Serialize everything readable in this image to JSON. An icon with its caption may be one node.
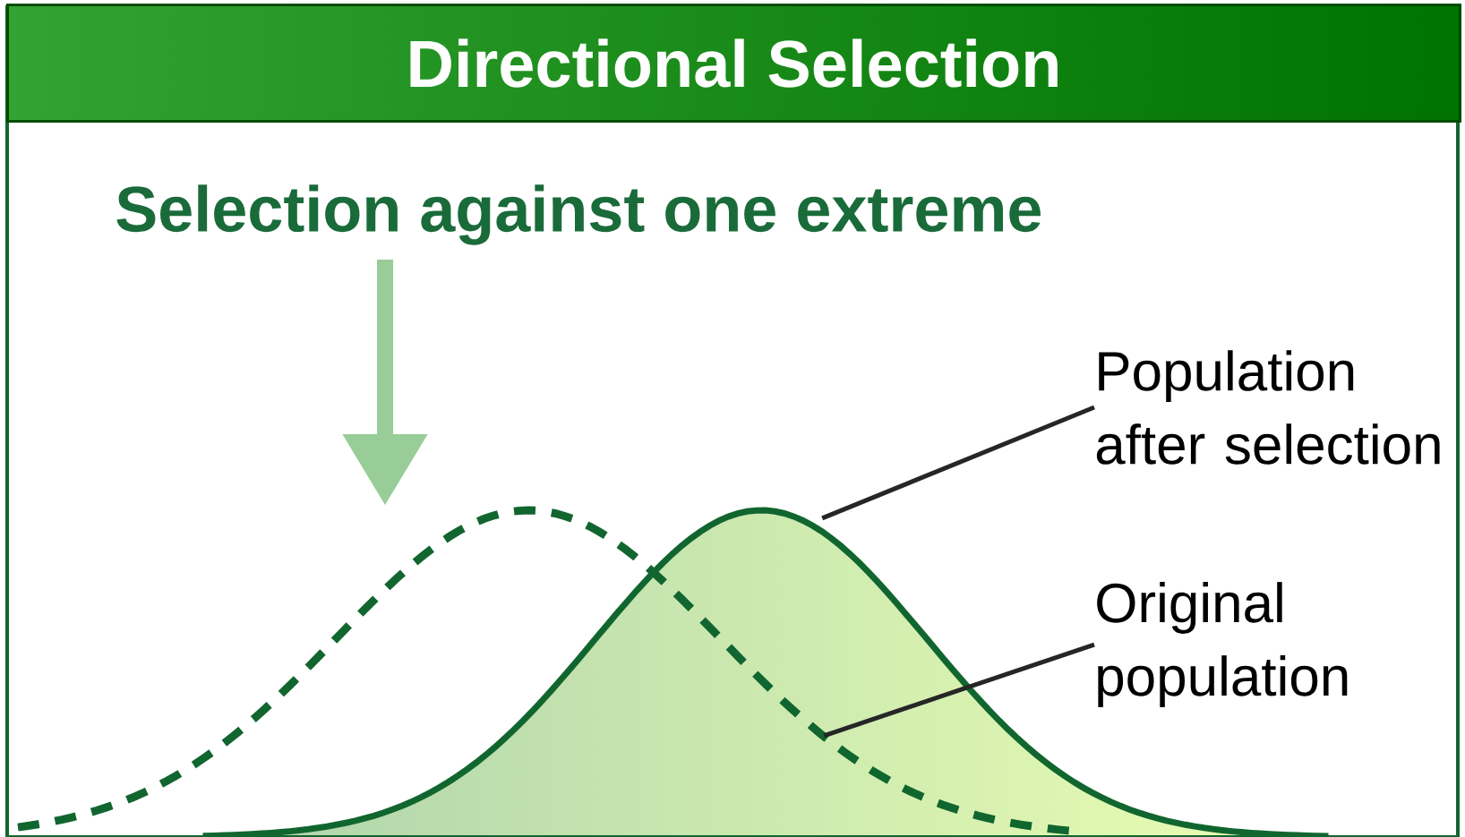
{
  "diagram": {
    "title": "Directional Selection",
    "nodes": [
      {
        "text": [
          "Population after selection"
        ]
      },
      {
        "text": [
          "Original population"
        ]
      },
      {
        "text": [],
        "shape": "curve"
      },
      {
        "text": [],
        "shape": "curve"
      }
    ],
    "edges": [
      {
        "from": 0,
        "to": 2,
        "arrow": "none"
      },
      {
        "from": 1,
        "to": 3,
        "arrow": "none"
      }
    ],
    "labels": [
      "Selection against one extreme"
    ]
  }
}
